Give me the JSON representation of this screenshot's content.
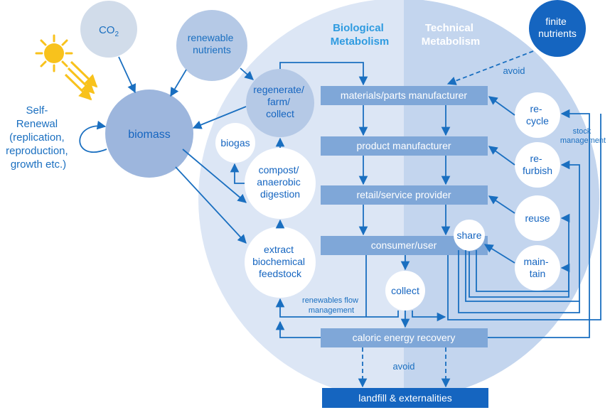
{
  "sections": {
    "biological": [
      "Biological",
      "Metabolism"
    ],
    "technical": [
      "Technical",
      "Metabolism"
    ]
  },
  "nodes": {
    "co2": "CO2",
    "renewable_nutrients": [
      "renewable",
      "nutrients"
    ],
    "biomass": "biomass",
    "self_renewal": [
      "Self-",
      "Renewal",
      "(replication,",
      "reproduction,",
      "growth etc.)"
    ],
    "regenerate": [
      "regenerate/",
      "farm/",
      "collect"
    ],
    "biogas": "biogas",
    "compost": [
      "compost/",
      "anaerobic",
      "digestion"
    ],
    "extract": [
      "extract",
      "biochemical",
      "feedstock"
    ],
    "collect": "collect",
    "finite_nutrients": [
      "finite",
      "nutrients"
    ],
    "recycle": [
      "re-",
      "cycle"
    ],
    "refurbish": [
      "re-",
      "furbish"
    ],
    "reuse": "reuse",
    "maintain": [
      "main-",
      "tain"
    ],
    "share": "share"
  },
  "bars": {
    "materials": "materials/parts manufacturer",
    "product": "product manufacturer",
    "retail": "retail/service provider",
    "consumer": "consumer/user",
    "caloric": "caloric energy recovery",
    "landfill": "landfill & externalities"
  },
  "labels": {
    "avoid_top": "avoid",
    "avoid_bottom": "avoid",
    "stock_management": [
      "stock",
      "management"
    ],
    "renewables_flow": [
      "renewables flow",
      "management"
    ]
  },
  "colors": {
    "blue": "#1a6fc0",
    "dark_blue": "#1565c0",
    "bar": "#7fa7d8",
    "bio_bg": "#dce6f5",
    "tech_bg": "#c3d5ee",
    "biomass": "#9db6dd",
    "renewable": "#b5c9e6",
    "co2": "#d1dcea",
    "sun": "#f8c21c"
  }
}
